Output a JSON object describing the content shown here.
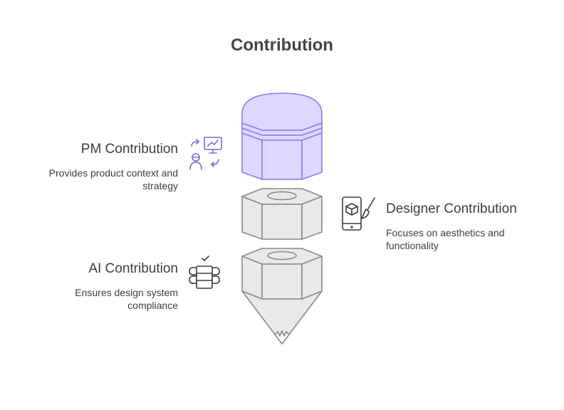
{
  "title": "Contribution",
  "sections": [
    {
      "heading": "PM Contribution",
      "description_lines": [
        "Provides product context and",
        "strategy"
      ],
      "icon": "presentation-person-icon"
    },
    {
      "heading": "Designer Contribution",
      "description_lines": [
        "Focuses on aesthetics and",
        "functionality"
      ],
      "icon": "mobile-design-brush-icon"
    },
    {
      "heading": "AI Contribution",
      "description_lines": [
        "Ensures design system",
        "compliance"
      ],
      "icon": "database-check-icon"
    }
  ],
  "colors": {
    "highlight_fill": "#dcd8ff",
    "highlight_stroke": "#8e7ae8",
    "neutral_fill": "#e9e9e9",
    "neutral_stroke": "#8a8a8a",
    "text": "#3d3d3d"
  }
}
